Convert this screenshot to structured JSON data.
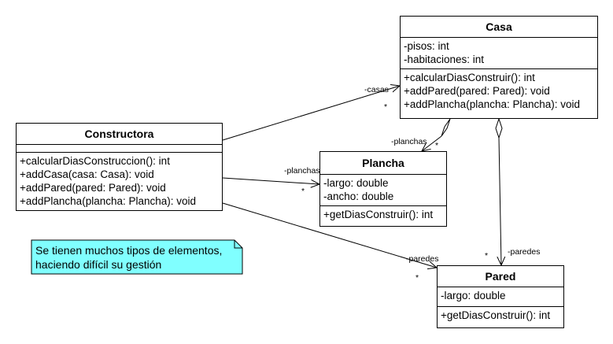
{
  "classes": {
    "casa": {
      "name": "Casa",
      "attributes": [
        "-pisos: int",
        "-habitaciones: int"
      ],
      "methods": [
        "+calcularDiasConstruir(): int",
        "+addPared(pared: Pared): void",
        "+addPlancha(plancha: Plancha): void"
      ]
    },
    "constructora": {
      "name": "Constructora",
      "attributes": [],
      "methods": [
        "+calcularDiasConstruccion(): int",
        "+addCasa(casa: Casa): void",
        "+addPared(pared: Pared): void",
        "+addPlancha(plancha: Plancha): void"
      ]
    },
    "plancha": {
      "name": "Plancha",
      "attributes": [
        "-largo: double",
        "-ancho: double"
      ],
      "methods": [
        "+getDiasConstruir(): int"
      ]
    },
    "pared": {
      "name": "Pared",
      "attributes": [
        "-largo: double"
      ],
      "methods": [
        "+getDiasConstruir(): int"
      ]
    }
  },
  "associations": {
    "constructora_casas": {
      "role": "-casas",
      "multiplicity": "*"
    },
    "constructora_planchas": {
      "role": "-planchas",
      "multiplicity": "*"
    },
    "constructora_paredes": {
      "role": "-paredes",
      "multiplicity": "*"
    },
    "casa_planchas": {
      "role": "-planchas",
      "multiplicity": "*"
    },
    "casa_paredes": {
      "role": "-paredes",
      "multiplicity": "*"
    }
  },
  "note": {
    "line1": "Se tienen muchos tipos de elementos,",
    "line2": "haciendo difícil su gestión"
  },
  "colors": {
    "note_fill": "#80ffff",
    "line": "#000000",
    "box_fill": "#ffffff"
  }
}
